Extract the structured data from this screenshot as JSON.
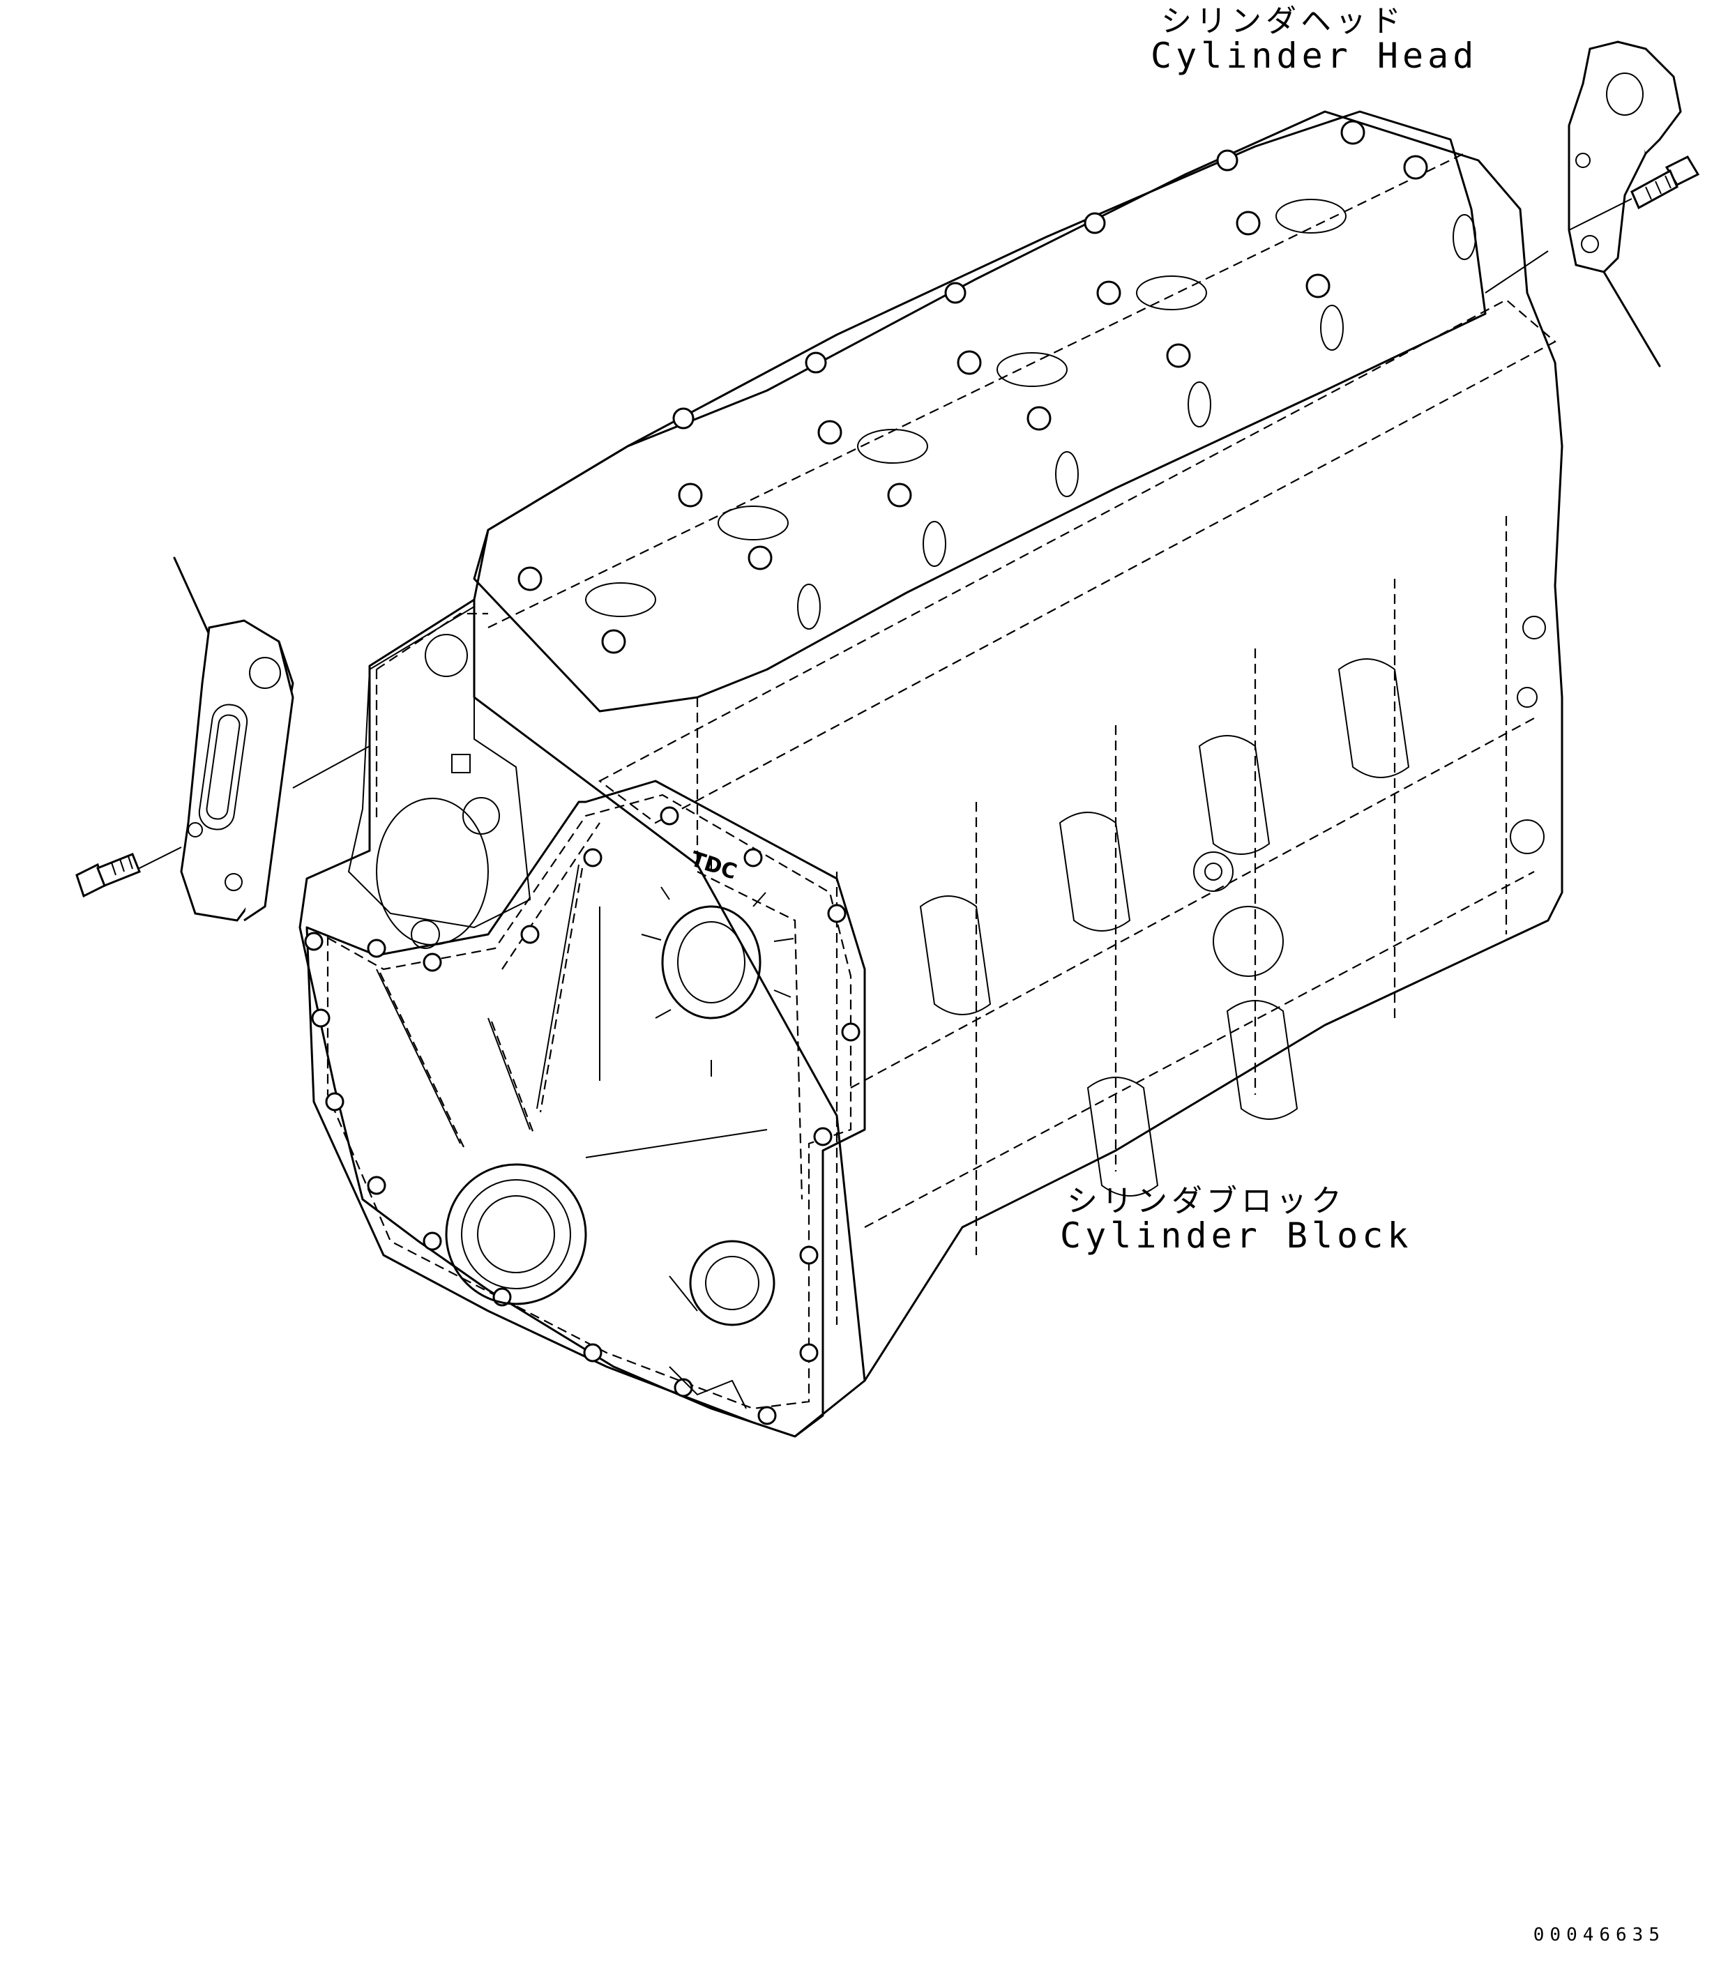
{
  "labels": {
    "cylinder_head": {
      "jp": "シリンダヘッド",
      "en": "Cylinder Head"
    },
    "cylinder_block": {
      "jp": "シリンダブロック",
      "en": "Cylinder Block"
    },
    "cover_marking": "TDC"
  },
  "drawing_number": "00046635"
}
